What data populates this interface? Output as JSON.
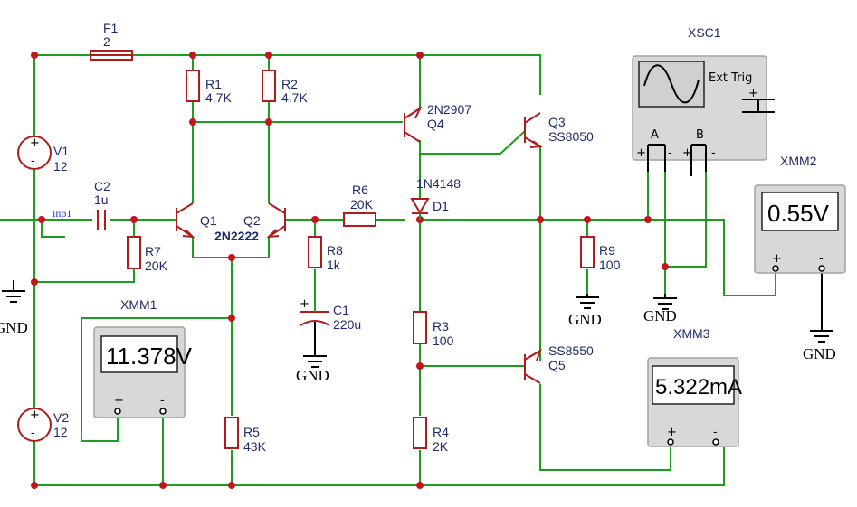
{
  "circuit": {
    "fuse": {
      "ref": "F1",
      "value": "2"
    },
    "sources": [
      {
        "ref": "V1",
        "value": "12"
      },
      {
        "ref": "V2",
        "value": "12"
      }
    ],
    "resistors": [
      {
        "ref": "R1",
        "value": "4.7K"
      },
      {
        "ref": "R2",
        "value": "4.7K"
      },
      {
        "ref": "R3",
        "value": "100"
      },
      {
        "ref": "R4",
        "value": "2K"
      },
      {
        "ref": "R5",
        "value": "43K"
      },
      {
        "ref": "R6",
        "value": "20K"
      },
      {
        "ref": "R7",
        "value": "20K"
      },
      {
        "ref": "R8",
        "value": "1k"
      },
      {
        "ref": "R9",
        "value": "100"
      }
    ],
    "capacitors": [
      {
        "ref": "C1",
        "value": "220u",
        "polarity": "+"
      },
      {
        "ref": "C2",
        "value": "1u"
      }
    ],
    "transistors": {
      "q1": "Q1",
      "q2": "Q2",
      "pair_part": "2N2222",
      "q3": {
        "ref": "Q3",
        "part": "SS8050"
      },
      "q4": {
        "ref": "Q4",
        "part": "2N2907"
      },
      "q5": {
        "ref": "Q5",
        "part": "SS8550"
      }
    },
    "diode": {
      "ref": "D1",
      "part": "1N4148"
    },
    "net_label": "inp1",
    "ground_label": "GND"
  },
  "instruments": {
    "xmm1": {
      "ref": "XMM1",
      "reading": "11.378V",
      "plus": "+",
      "minus": "-"
    },
    "xmm2": {
      "ref": "XMM2",
      "reading": "0.55V",
      "plus": "+",
      "minus": "-"
    },
    "xmm3": {
      "ref": "XMM3",
      "reading": "5.322mA",
      "plus": "+",
      "minus": "-"
    },
    "xsc1": {
      "ref": "XSC1",
      "ext_trig": "Ext Trig",
      "chan_a": "A",
      "chan_b": "B",
      "plus": "+",
      "minus": "-",
      "waveform_icon": "sine-wave-icon"
    }
  },
  "colors": {
    "wire": "#1e9e1e",
    "component": "#b01c1c",
    "junction": "#c4151c",
    "label": "#1e2a6e"
  }
}
